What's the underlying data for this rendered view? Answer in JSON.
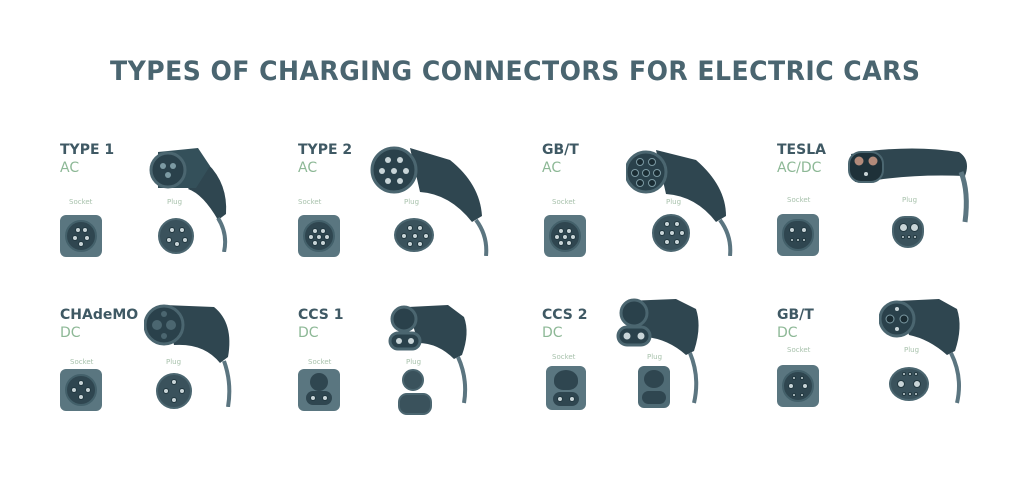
{
  "title": "TYPES OF CHARGING CONNECTORS FOR ELECTRIC CARS",
  "colors": {
    "title": "#4a6570",
    "connector_name": "#3f5964",
    "current_type": "#8db896",
    "sublabel": "#a8c2ac",
    "connector_body": "#2f4650",
    "socket_plate": "#5a7680"
  },
  "connectors": [
    {
      "name": "TYPE 1",
      "current": "AC",
      "socket_label": "Socket",
      "plug_label": "Plug",
      "icon": "type1-connector-icon"
    },
    {
      "name": "TYPE 2",
      "current": "AC",
      "socket_label": "Socket",
      "plug_label": "Plug",
      "icon": "type2-connector-icon"
    },
    {
      "name": "GB/T",
      "current": "AC",
      "socket_label": "Socket",
      "plug_label": "Plug",
      "icon": "gbt-ac-connector-icon"
    },
    {
      "name": "TESLA",
      "current": "AC/DC",
      "socket_label": "Socket",
      "plug_label": "Plug",
      "icon": "tesla-connector-icon"
    },
    {
      "name": "CHAdeMO",
      "current": "DC",
      "socket_label": "Socket",
      "plug_label": "Plug",
      "icon": "chademo-connector-icon"
    },
    {
      "name": "CCS 1",
      "current": "DC",
      "socket_label": "Socket",
      "plug_label": "Plug",
      "icon": "ccs1-connector-icon"
    },
    {
      "name": "CCS 2",
      "current": "DC",
      "socket_label": "Socket",
      "plug_label": "Plug",
      "icon": "ccs2-connector-icon"
    },
    {
      "name": "GB/T",
      "current": "DC",
      "socket_label": "Socket",
      "plug_label": "Plug",
      "icon": "gbt-dc-connector-icon"
    }
  ]
}
